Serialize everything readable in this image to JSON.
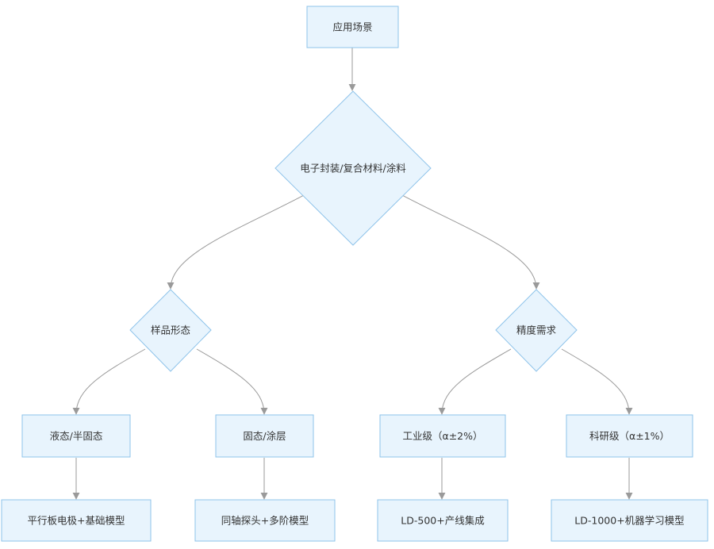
{
  "nodes": {
    "app_scene": "应用场景",
    "decision_domain": "电子封装/复合材料/涂料",
    "decision_sample": "样品形态",
    "decision_precision": "精度需求",
    "liquid": "液态/半固态",
    "solid": "固态/涂层",
    "industrial": "工业级（α±2%）",
    "research": "科研级（α±1%）",
    "parallel_plate": "平行板电极+基础模型",
    "coaxial_probe": "同轴探头+多阶模型",
    "ld500": "LD-500+产线集成",
    "ld1000": "LD-1000+机器学习模型"
  },
  "colors": {
    "node_fill": "#e8f4fd",
    "node_stroke": "#8ec3ea",
    "edge": "#9a9a9a",
    "text": "#333333"
  }
}
